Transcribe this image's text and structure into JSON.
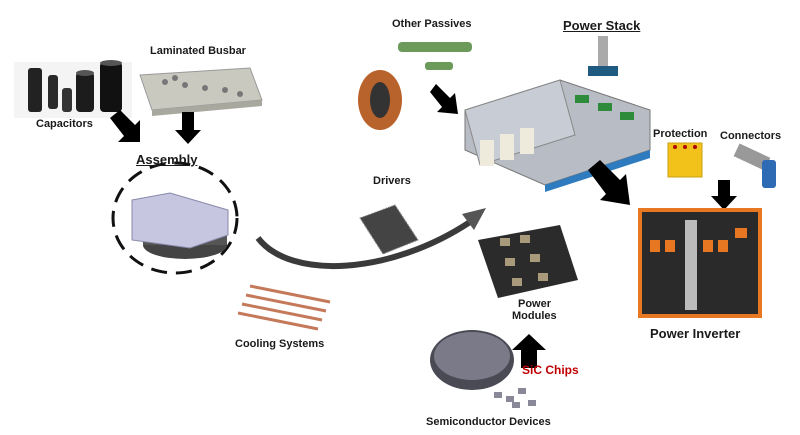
{
  "diagram": {
    "labels": {
      "laminated_busbar": "Laminated Busbar",
      "capacitors": "Capacitors",
      "assembly": "Assembly",
      "cooling_systems": "Cooling Systems",
      "other_passives": "Other Passives",
      "drivers": "Drivers",
      "power_stack": "Power Stack",
      "protection": "Protection",
      "connectors": "Connectors",
      "power_modules_line1": "Power",
      "power_modules_line2": "Modules",
      "sic_chips": "SiC Chips",
      "semiconductor_devices": "Semiconductor Devices",
      "power_inverter": "Power Inverter"
    },
    "colors": {
      "arrow": "#000000",
      "curve_arrow": "#3a3a3a",
      "sic_text": "#c00000",
      "inverter_frame": "#e87722",
      "stack_blue": "#2f7bbf",
      "protection_yellow": "#f2c21b",
      "copper": "#b8632c"
    }
  }
}
